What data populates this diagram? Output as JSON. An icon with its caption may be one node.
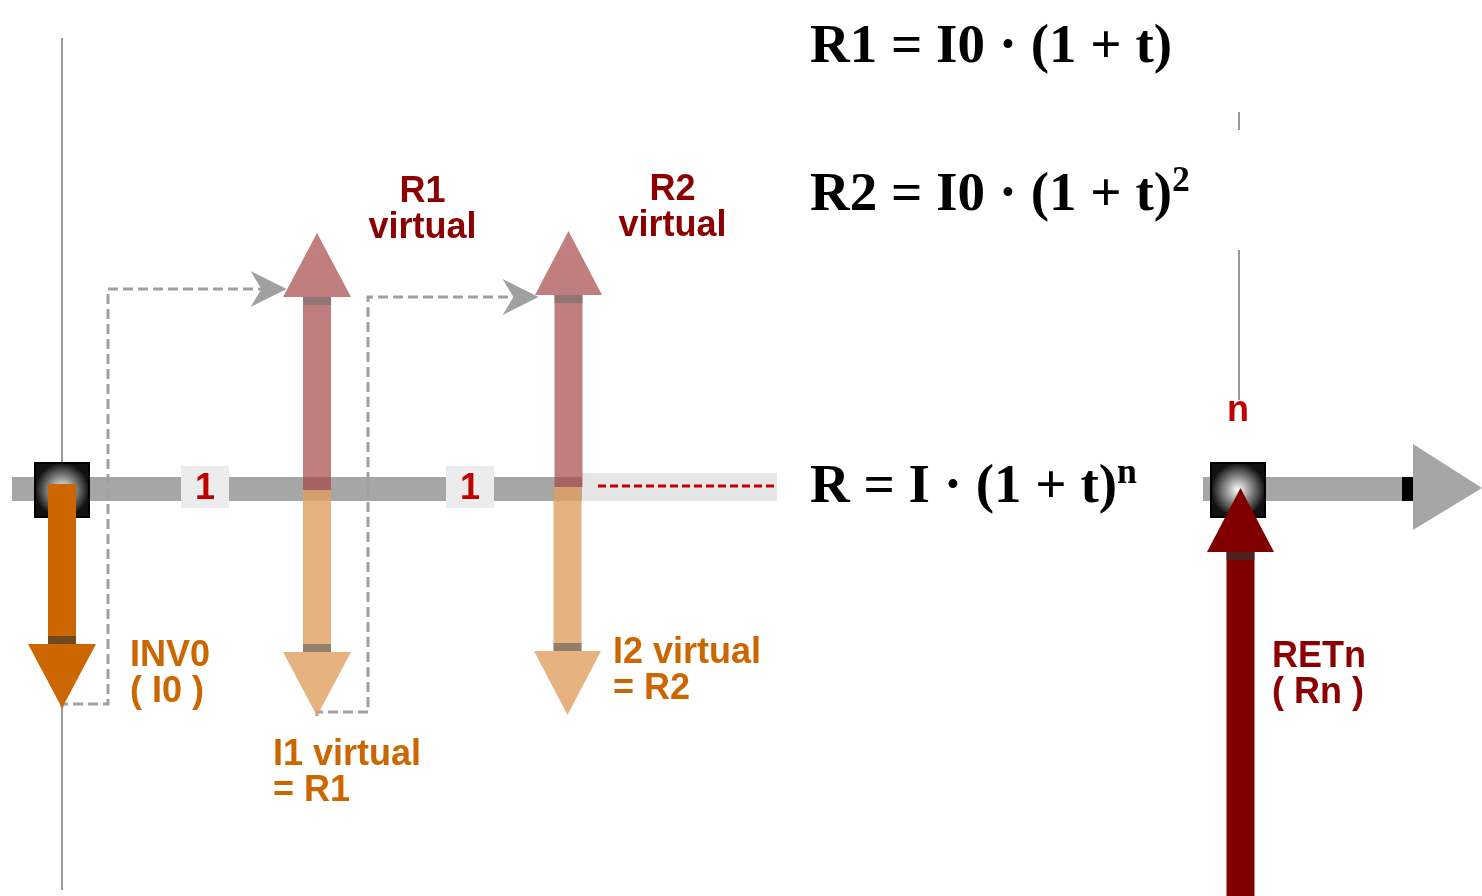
{
  "diagram": {
    "nodes": [
      {
        "text": [],
        "shape": "arrow",
        "beside": [
          "INV0 ( I0 )"
        ]
      },
      {
        "text": [],
        "shape": "arrow",
        "beside": [
          "R1 virtual"
        ]
      },
      {
        "text": [],
        "shape": "arrow",
        "beside": [
          "I1 virtual = R1"
        ]
      },
      {
        "text": [],
        "shape": "arrow",
        "beside": [
          "R2 virtual"
        ]
      },
      {
        "text": [],
        "shape": "arrow",
        "beside": [
          "I2 virtual = R2"
        ]
      },
      {
        "text": [],
        "shape": "arrow",
        "beside": [
          "RETn ( Rn )"
        ]
      }
    ],
    "edges": [
      {
        "from": 0,
        "to": 1,
        "arrow": "to",
        "style": "dashed"
      },
      {
        "from": 2,
        "to": 3,
        "arrow": "to",
        "style": "dashed"
      }
    ],
    "labels": [
      "R1 = I0 · (1 + t)",
      "R2 = I0 · (1 + t)$^{2}$",
      "n",
      "1",
      "1",
      "R = I · (1 + t)$^{n}$"
    ]
  }
}
